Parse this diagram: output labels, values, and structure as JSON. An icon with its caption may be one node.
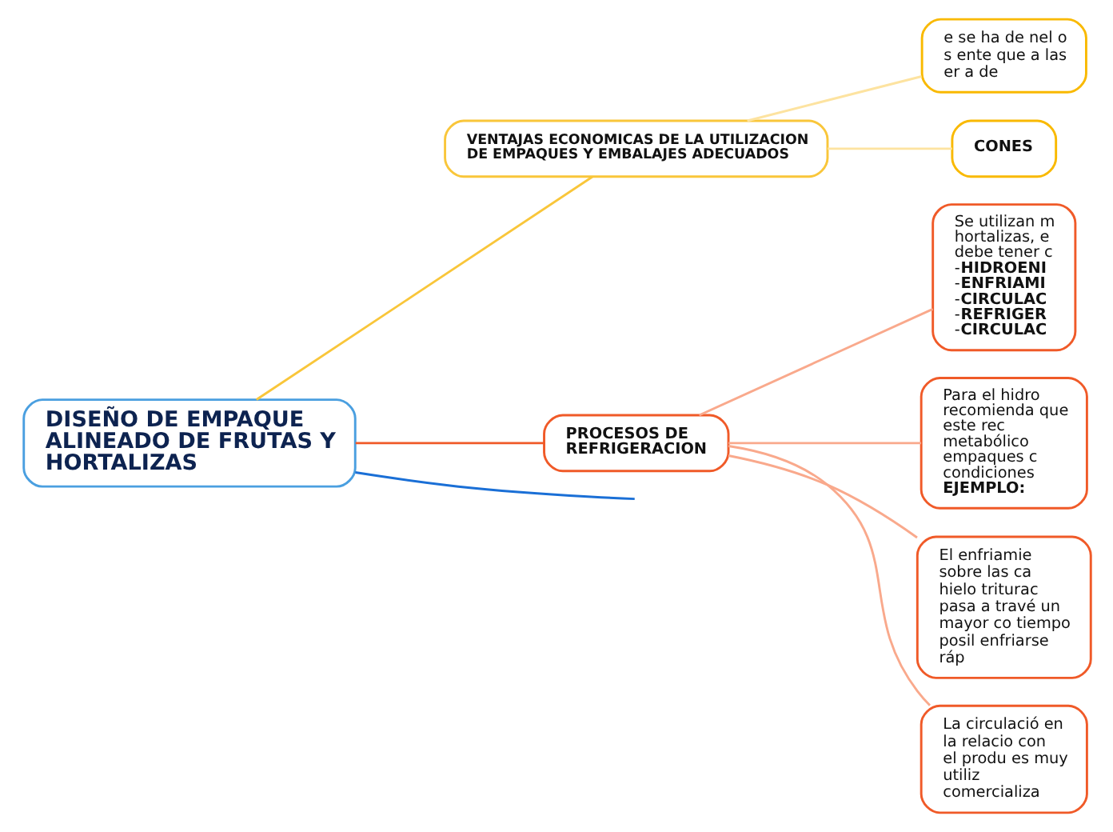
{
  "diagram": {
    "nodes": [
      {
        "text": [
          "DISEÑO DE EMPAQUE ALINEADO DE FRUTAS Y HORTALIZAS"
        ]
      },
      {
        "text": [
          "VENTAJAS ECONOMICAS DE LA UTILIZACION DE EMPAQUES Y EMBALAJES ADECUADOS"
        ]
      },
      {
        "text": [
          "e se ha de nel o s ente que a las er a de"
        ]
      },
      {
        "text": [
          "CONES"
        ]
      },
      {
        "text": [
          "PROCESOS DE REFRIGERACION"
        ]
      },
      {
        "text": [
          "Se utilizan m hortalizas, e debe tener c -**HIDROENI** -**ENFRIAMI** -**CIRCULAC** -**REFRIGER** -**CIRCULAC**"
        ]
      },
      {
        "text": [
          "Para el hidro recomienda que este rec metabólico empaques c condiciones **EJEMPLO:**"
        ]
      },
      {
        "text": [
          "El enfriamie sobre las ca hielo triturac pasa a travé un mayor co tiempo posil enfriarse ráp"
        ]
      },
      {
        "text": [
          "La circulació en la relacio con el produ es muy utiliz comercializa"
        ]
      }
    ],
    "edges": [
      {
        "from": 0,
        "to": 1,
        "arrow": "none",
        "color": "#f9c63a"
      },
      {
        "from": 1,
        "to": 2,
        "arrow": "none",
        "color": "#fde3a0"
      },
      {
        "from": 1,
        "to": 3,
        "arrow": "none",
        "color": "#fde3a0"
      },
      {
        "from": 0,
        "to": null,
        "arrow": "none",
        "color": "#1a6fd6"
      },
      {
        "from": 0,
        "to": 4,
        "arrow": "none",
        "color": "#f05a28"
      },
      {
        "from": 4,
        "to": 5,
        "arrow": "none",
        "color": "#f9a98c"
      },
      {
        "from": 4,
        "to": 6,
        "arrow": "none",
        "color": "#f9a98c"
      },
      {
        "from": 4,
        "to": 7,
        "arrow": "none",
        "color": "#f9a98c"
      },
      {
        "from": 4,
        "to": 8,
        "arrow": "none",
        "color": "#f9a98c"
      }
    ]
  }
}
